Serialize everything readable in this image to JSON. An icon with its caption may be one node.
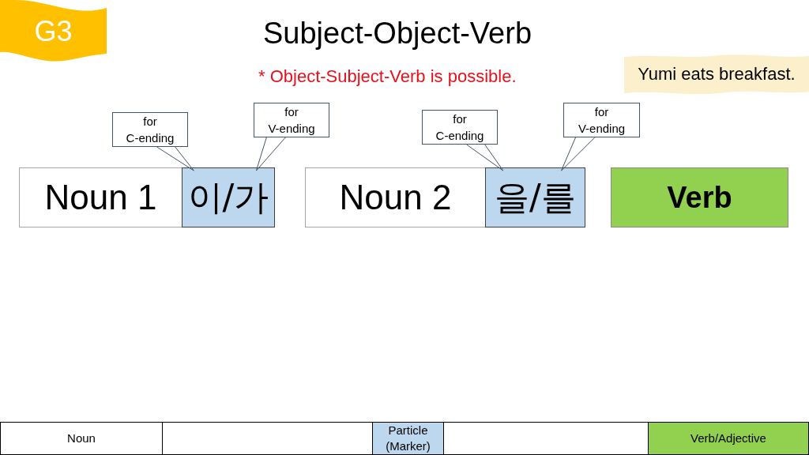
{
  "diagram": {
    "title": "Subject-Object-Verb",
    "nodes": [
      {
        "text": [
          "G3"
        ]
      },
      {
        "text": [
          "Yumi eats breakfast."
        ]
      },
      {
        "text": [
          "for C-ending"
        ]
      },
      {
        "text": [
          "for V-ending"
        ]
      },
      {
        "text": [
          "for C-ending"
        ]
      },
      {
        "text": [
          "for V-ending"
        ]
      },
      {
        "text": [
          "Noun 1"
        ]
      },
      {
        "text": [
          "이/가"
        ]
      },
      {
        "text": [
          "Noun 2"
        ]
      },
      {
        "text": [
          "을/를"
        ]
      },
      {
        "text": [
          "Verb"
        ]
      },
      {
        "text": [
          "Noun"
        ]
      },
      {
        "text": [],
        "shape": "box"
      },
      {
        "text": [
          "Particle (Marker)"
        ]
      },
      {
        "text": [],
        "shape": "box"
      },
      {
        "text": [
          "Verb/Adjective"
        ]
      }
    ],
    "edges": [
      {
        "from": 2,
        "to": 7,
        "arrow": "none"
      },
      {
        "from": 3,
        "to": 7,
        "arrow": "none"
      },
      {
        "from": 4,
        "to": 9,
        "arrow": "none"
      },
      {
        "from": 5,
        "to": 9,
        "arrow": "none"
      }
    ],
    "labels": [
      "* Object-Subject-Verb is possible."
    ]
  }
}
